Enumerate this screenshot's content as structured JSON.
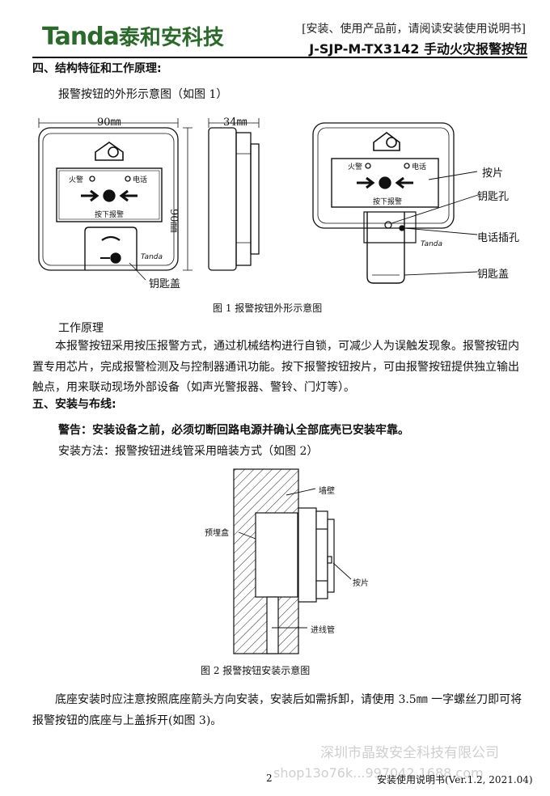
{
  "header": {
    "brand_en": "Tanda",
    "brand_cn": "泰和安科技",
    "note": "[安装、使用产品前，请阅读安装使用说明书]",
    "model": "J-SJP-M-TX3142 手动火灾报警按钮"
  },
  "section4": {
    "title": "四、结构特征和工作原理:",
    "intro": "报警按钮的外形示意图（如图 1）",
    "figure1": {
      "dim_width": "90㎜",
      "dim_depth": "34㎜",
      "dim_height": "90㎜",
      "panel_alarm": "火警",
      "panel_phone": "电话",
      "panel_press": "按下报警",
      "brand_mark": "Tanda",
      "label_key_cover_left": "钥匙盖",
      "label_press_plate": "按片",
      "label_keyhole": "钥匙孔",
      "label_phone_jack": "电话插孔",
      "label_key_cover_right": "钥匙盖",
      "caption": "图 1   报警按钮外形示意图"
    },
    "principle_title": "工作原理",
    "principle_text": "本报警按钮采用按压报警方式，通过机械结构进行自锁，可减少人为误触发现象。报警按钮内置专用芯片，完成报警检测及与控制器通讯功能。按下报警按钮按片，可由报警按钮提供独立输出触点，用来联动现场外部设备（如声光警报器、警铃、门灯等）。"
  },
  "section5": {
    "title": "五、安装与布线:",
    "warning": "警告：安装设备之前，必须切断回路电源并确认全部底壳已安装牢靠。",
    "method": "安装方法：报警按钮进线管采用暗装方式（如图 2）",
    "figure2": {
      "label_wall": "墙壁",
      "label_box": "预埋盒",
      "label_plate": "按片",
      "label_conduit": "进线管",
      "caption": "图 2  报警按钮安装示意图"
    },
    "base_text": "底座安装时应注意按照底座箭头方向安装，安装后如需拆卸，请使用 3.5㎜ 一字螺丝刀即可将报警按钮的底座与上盖拆开(如图 3)。"
  },
  "footer": {
    "page_number": "2",
    "manual": "安装使用说明书(Ver.1.2, 2021.04)",
    "watermark_company": "深圳市晶致安全科技有限公司",
    "watermark_shop": "shop13o76k...997042.1688.com"
  }
}
